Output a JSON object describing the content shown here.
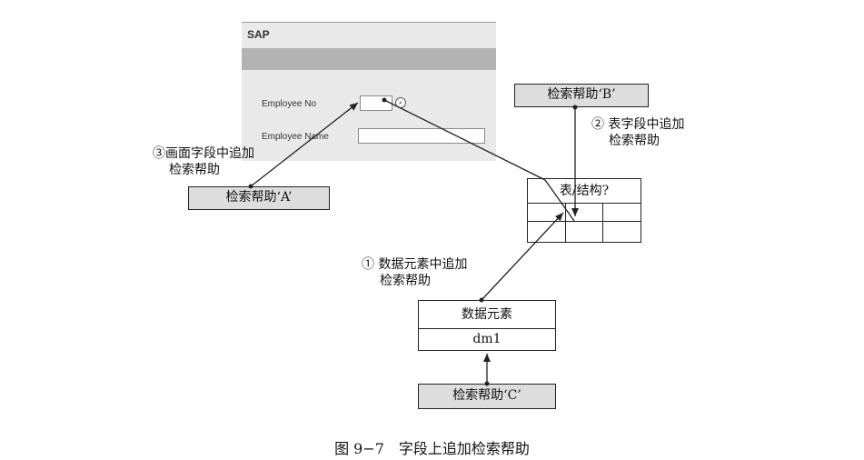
{
  "sap_screen": {
    "title": "SAP",
    "field1_label": "Employee No",
    "field2_label": "Employee Name"
  },
  "help_a": {
    "label": "检索帮助‘A’",
    "note_lines": [
      "③画面字段中追加",
      "检索帮助"
    ]
  },
  "help_b": {
    "label": "检索帮助‘B’",
    "note_lines": [
      "② 表字段中追加",
      "检索帮助"
    ]
  },
  "help_c": {
    "label": "检索帮助‘C’"
  },
  "table_box": {
    "title": "表/结构?"
  },
  "data_element": {
    "title": "数据元素",
    "name": "dm1",
    "note_lines": [
      "① 数据元素中追加",
      "检索帮助"
    ]
  },
  "caption": "图 9−7　字段上追加检索帮助"
}
